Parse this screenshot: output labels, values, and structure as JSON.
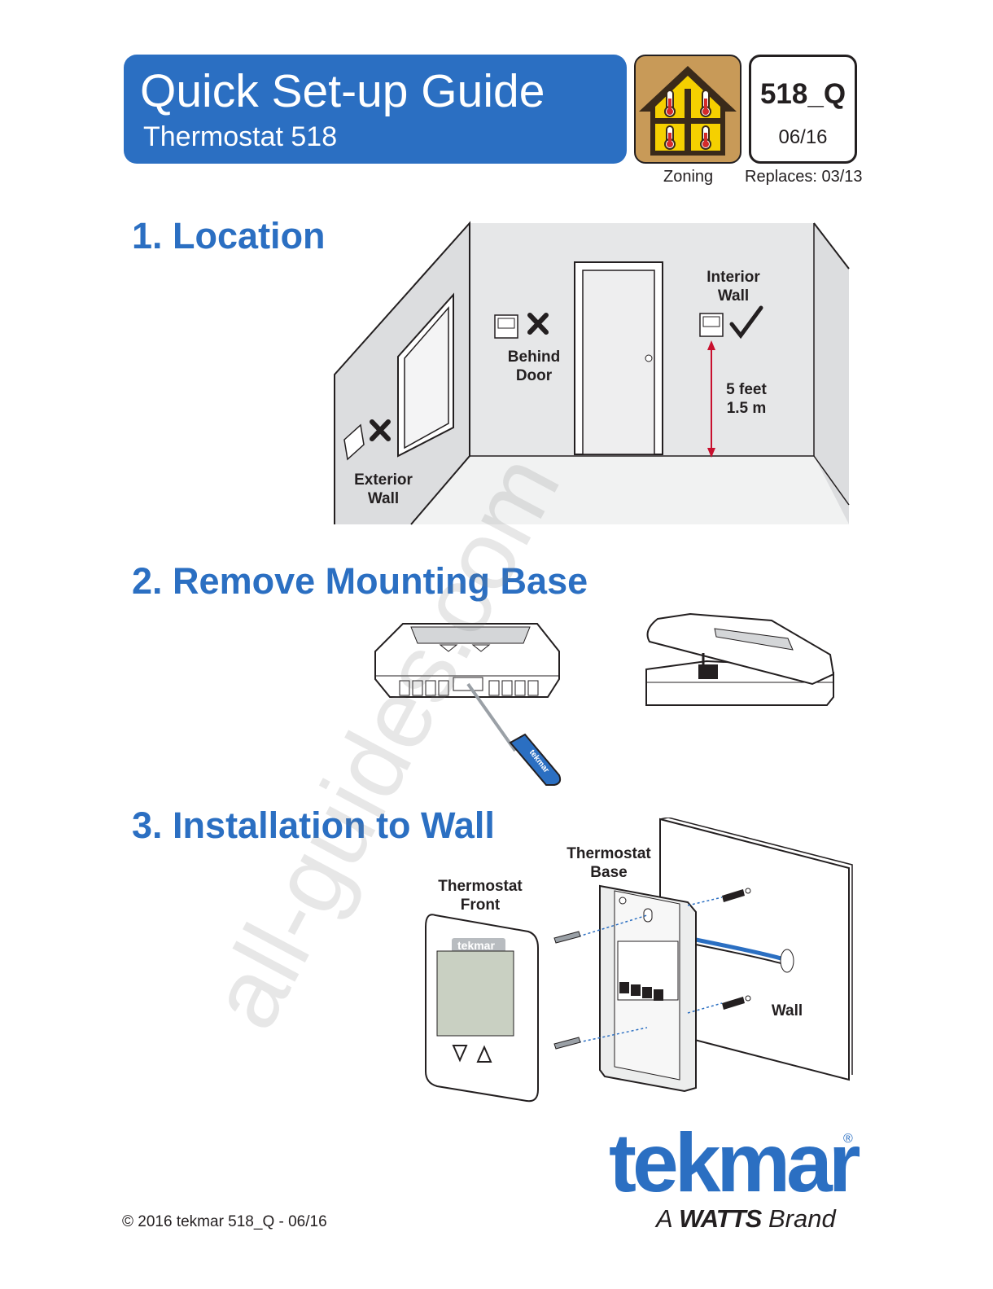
{
  "header": {
    "title": "Quick Set-up Guide",
    "subtitle": "Thermostat 518",
    "document_code": "518_Q",
    "date": "06/16",
    "category_label": "Zoning",
    "replaces": "Replaces: 03/13"
  },
  "sections": [
    {
      "number": "1.",
      "title": "Location",
      "labels": {
        "exterior_wall_line1": "Exterior",
        "exterior_wall_line2": "Wall",
        "behind_door_line1": "Behind",
        "behind_door_line2": "Door",
        "interior_wall_line1": "Interior",
        "interior_wall_line2": "Wall",
        "height_line1": "5 feet",
        "height_line2": "1.5 m"
      }
    },
    {
      "number": "2.",
      "title": "Remove Mounting Base"
    },
    {
      "number": "3.",
      "title": "Installation to Wall",
      "labels": {
        "front_line1": "Thermostat",
        "front_line2": "Front",
        "base_line1": "Thermostat",
        "base_line2": "Base",
        "wall": "Wall",
        "device_brand": "tekmar"
      }
    }
  ],
  "watermark": "all-guides.com",
  "brand": {
    "logo": "tekmar",
    "registered": "®",
    "tagline_prefix": "A",
    "tagline_brand": "WATTS",
    "tagline_suffix": "Brand"
  },
  "footer": {
    "copyright": "© 2016 tekmar  518_Q - 06/16"
  },
  "colors": {
    "accent": "#2b6fc2",
    "icon_background": "#c89a58",
    "icon_yellow": "#f5d000",
    "thermometer_red": "#d42a2a",
    "measure_line": "#c8102e"
  }
}
